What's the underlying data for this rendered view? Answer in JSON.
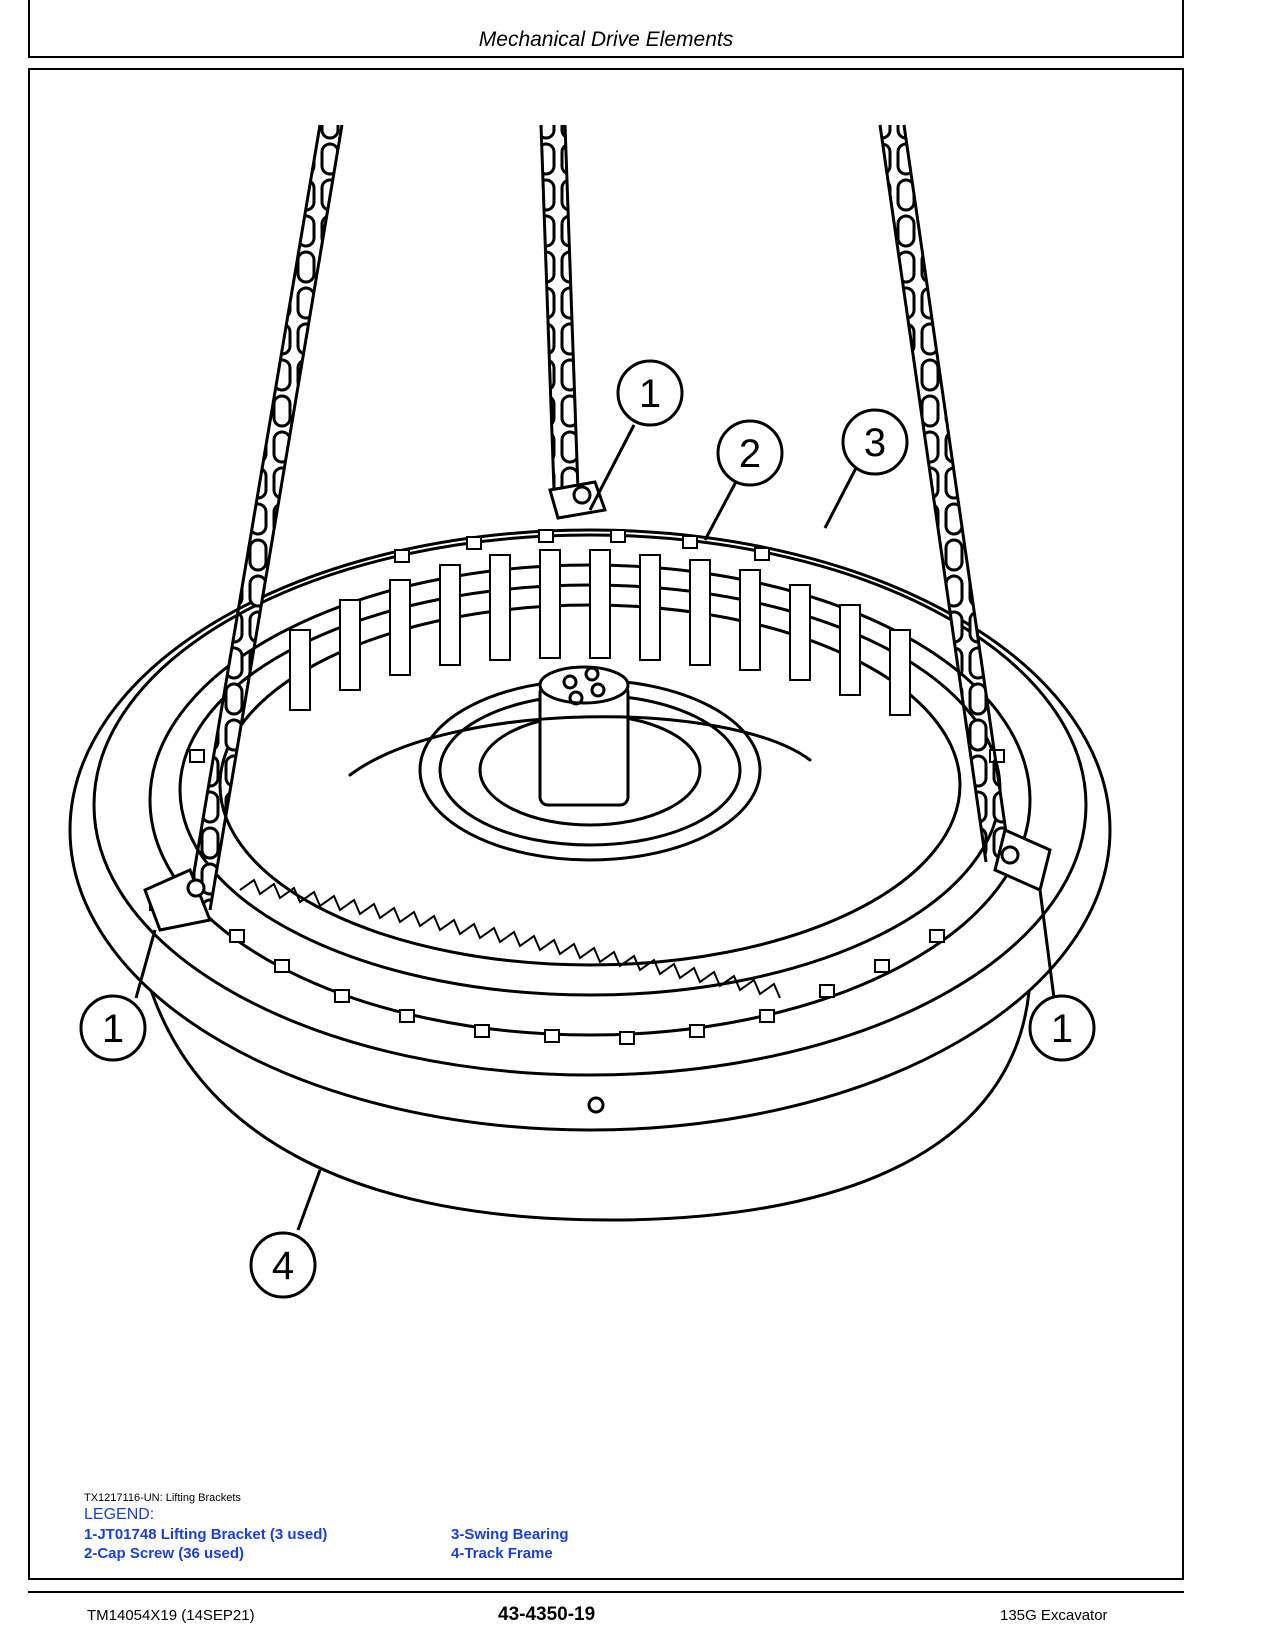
{
  "header": {
    "title": "Mechanical Drive Elements"
  },
  "figure": {
    "callouts": [
      "1",
      "2",
      "3",
      "1",
      "1",
      "4"
    ],
    "id_caption": "TX1217116-UN: Lifting Brackets"
  },
  "legend": {
    "title": "LEGEND:",
    "items": [
      "1-JT01748 Lifting Bracket (3 used)",
      "2-Cap Screw (36 used)",
      "3-Swing Bearing",
      "4-Track Frame"
    ]
  },
  "footer": {
    "doc_id": "TM14054X19 (14SEP21)",
    "page_number": "43-4350-19",
    "machine": "135G Excavator"
  }
}
